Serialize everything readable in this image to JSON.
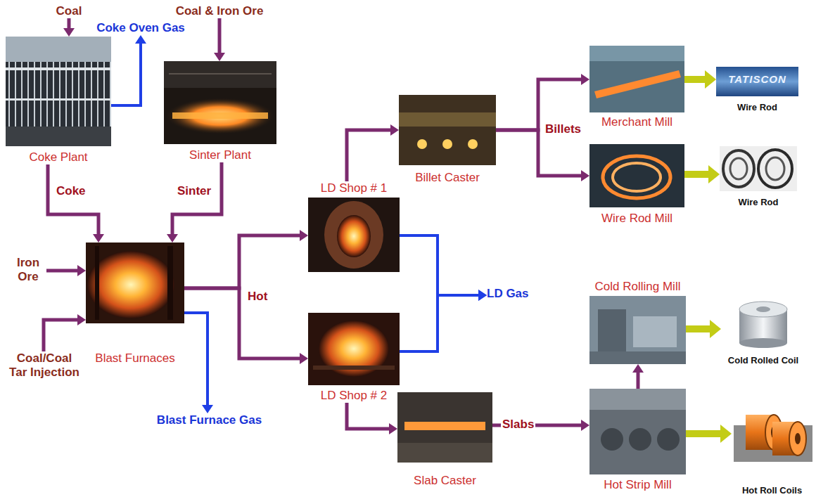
{
  "diagram": {
    "nodes": [
      {
        "text": [
          "Coal"
        ]
      },
      {
        "text": [
          "Coal & Iron Ore"
        ]
      },
      {
        "text": [
          "Coke Oven Gas"
        ]
      },
      {
        "text": [
          "Coke Plant"
        ]
      },
      {
        "text": [
          "Sinter Plant"
        ]
      },
      {
        "text": [
          "Iron Ore"
        ]
      },
      {
        "text": [
          "Blast Furnaces"
        ]
      },
      {
        "text": [
          "Coal/Coal Tar Injection"
        ]
      },
      {
        "text": [
          "Blast Furnace Gas"
        ]
      },
      {
        "text": [
          "LD Shop # 1"
        ]
      },
      {
        "text": [
          "LD Shop # 2"
        ]
      },
      {
        "text": [
          "LD Gas"
        ]
      },
      {
        "text": [
          "Billet Caster"
        ]
      },
      {
        "text": [
          "Slab Caster"
        ]
      },
      {
        "text": [
          "Merchant Mill"
        ]
      },
      {
        "text": [
          "Wire Rod Mill"
        ]
      },
      {
        "text": [
          "Cold Rolling Mill"
        ]
      },
      {
        "text": [
          "Hot Strip Mill"
        ]
      },
      {
        "text": [
          "Wire Rod"
        ]
      },
      {
        "text": [
          "Wire Rod"
        ]
      },
      {
        "text": [
          "Cold Rolled Coil"
        ]
      },
      {
        "text": [
          "Hot Roll Coils"
        ]
      }
    ],
    "edges": [
      {
        "from": 0,
        "to": 3,
        "arrow": "to"
      },
      {
        "from": 1,
        "to": 4,
        "arrow": "to"
      },
      {
        "from": 3,
        "to": 2,
        "arrow": "to"
      },
      {
        "from": 3,
        "to": 6,
        "label": "Coke",
        "arrow": "to"
      },
      {
        "from": 4,
        "to": 6,
        "label": "Sinter",
        "arrow": "to"
      },
      {
        "from": 5,
        "to": 6,
        "arrow": "to"
      },
      {
        "from": 7,
        "to": 6,
        "arrow": "to"
      },
      {
        "from": 6,
        "to": 8,
        "arrow": "to"
      },
      {
        "from": 6,
        "to": 9,
        "label": "Hot",
        "arrow": "to"
      },
      {
        "from": 6,
        "to": 10,
        "arrow": "to"
      },
      {
        "from": 9,
        "to": 11,
        "arrow": "to"
      },
      {
        "from": 10,
        "to": 11,
        "arrow": "to"
      },
      {
        "from": 9,
        "to": 12,
        "arrow": "to"
      },
      {
        "from": 10,
        "to": 13,
        "arrow": "to"
      },
      {
        "from": 12,
        "to": 14,
        "label": "Billets",
        "arrow": "to"
      },
      {
        "from": 12,
        "to": 15,
        "arrow": "to"
      },
      {
        "from": 14,
        "to": 18,
        "arrow": "to"
      },
      {
        "from": 15,
        "to": 19,
        "arrow": "to"
      },
      {
        "from": 13,
        "to": 17,
        "label": "Slabs",
        "arrow": "to"
      },
      {
        "from": 17,
        "to": 16,
        "arrow": "to"
      },
      {
        "from": 16,
        "to": 20,
        "arrow": "to"
      },
      {
        "from": 17,
        "to": 21,
        "arrow": "to"
      }
    ],
    "labels": [
      "TATISCON"
    ]
  }
}
